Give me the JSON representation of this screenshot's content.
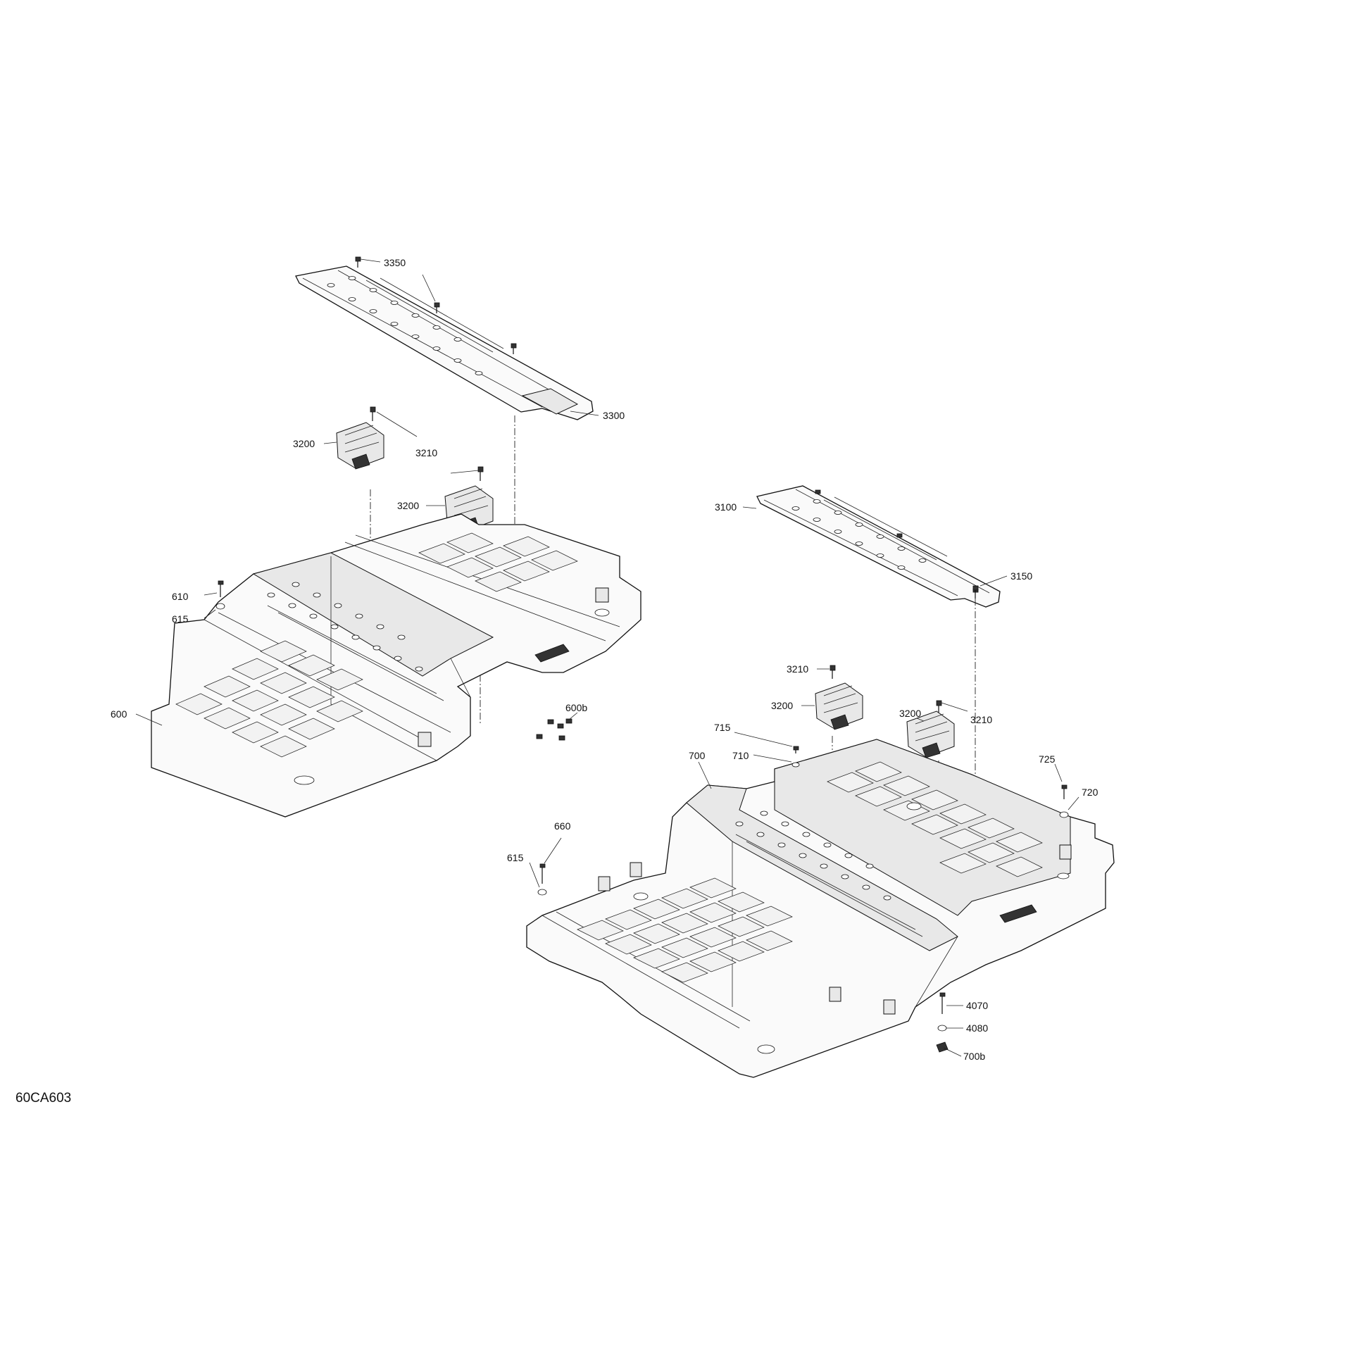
{
  "figure_ref": "60CA603",
  "callouts": {
    "c3350": "3350",
    "c3300": "3300",
    "c3200_a": "3200",
    "c3210_a": "3210",
    "c3200_b": "3200",
    "c610": "610",
    "c615_a": "615",
    "c600": "600",
    "c600b": "600b",
    "c3100": "3100",
    "c3150": "3150",
    "c3210_b": "3210",
    "c3200_c": "3200",
    "c3200_d": "3200",
    "c3210_c": "3210",
    "c715": "715",
    "c710": "710",
    "c700": "700",
    "c725": "725",
    "c720": "720",
    "c660": "660",
    "c615_b": "615",
    "c4070": "4070",
    "c4080": "4080",
    "c700b": "700b"
  }
}
